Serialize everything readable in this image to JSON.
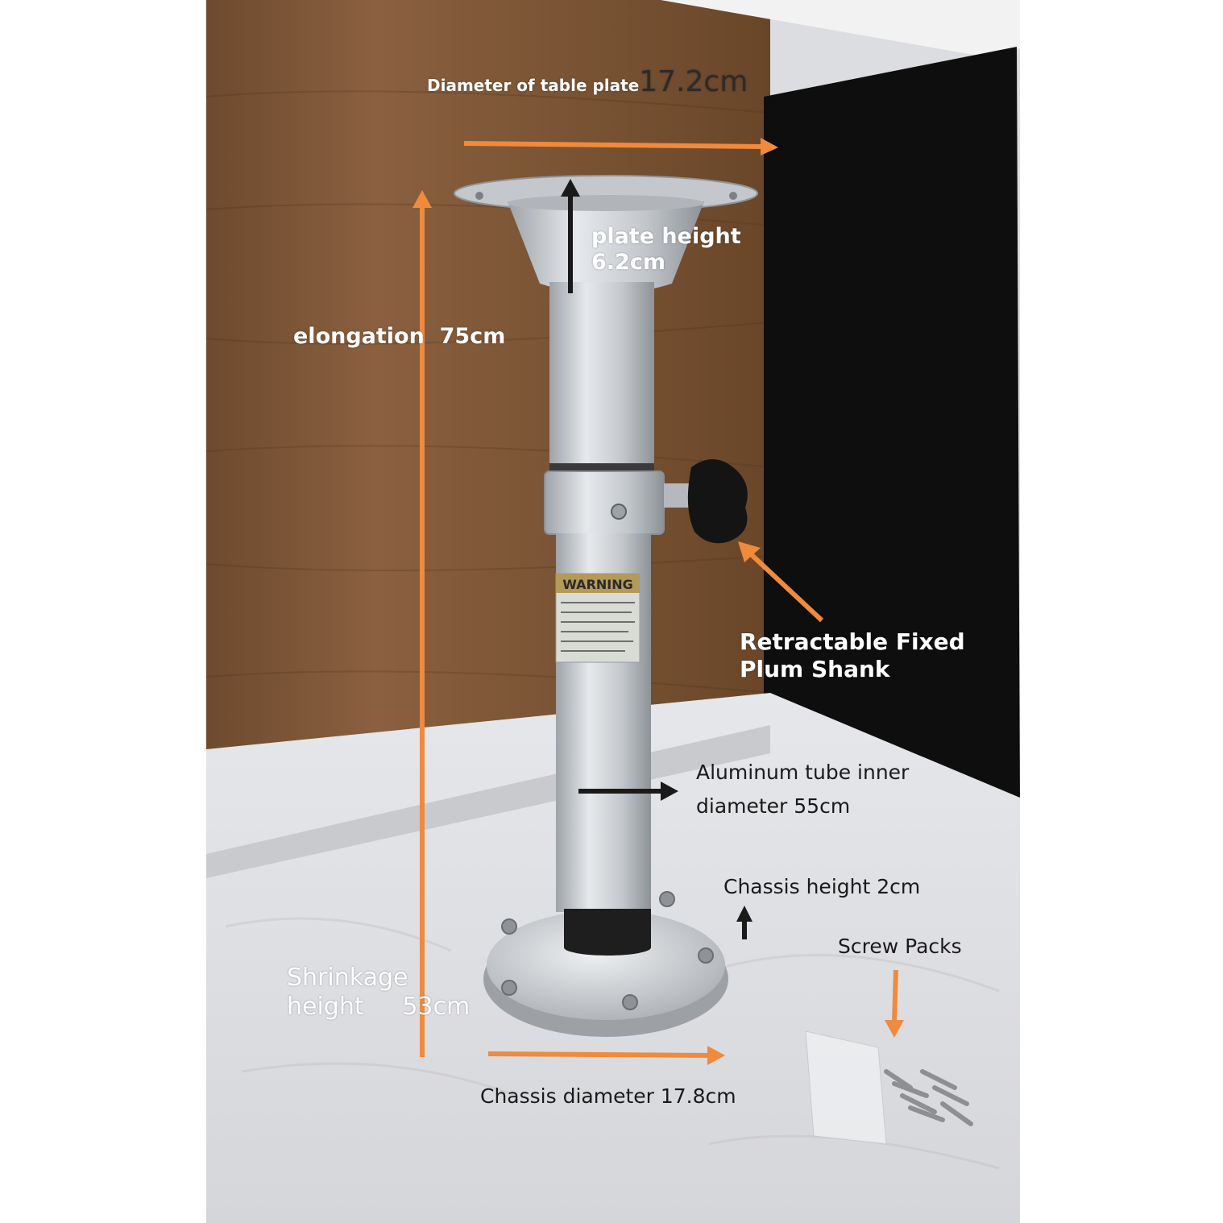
{
  "labels": {
    "table_plate_diameter": {
      "text": "Diameter of table plate",
      "value": "17.2cm"
    },
    "plate_height": {
      "line1": "plate height",
      "line2": "6.2cm"
    },
    "elongation": {
      "text": "elongation",
      "value": "75cm"
    },
    "retractable": {
      "line1": "Retractable Fixed",
      "line2": "Plum Shank"
    },
    "tube_inner_diameter": {
      "line1": "Aluminum tube inner",
      "line2": "diameter 55cm"
    },
    "chassis_height": "Chassis height 2cm",
    "screw_packs": "Screw Packs",
    "shrinkage": {
      "line1": "Shrinkage",
      "line2": "height",
      "value": "53cm"
    },
    "chassis_diameter": "Chassis diameter 17.8cm"
  },
  "sticker": {
    "title": "WARNING"
  },
  "colors": {
    "arrow_orange": "#f08a3c",
    "arrow_black": "#1a1a1a",
    "wood": "#7a5434",
    "panel": "#0e0e0e",
    "aluminum": "#c8ccd0"
  }
}
